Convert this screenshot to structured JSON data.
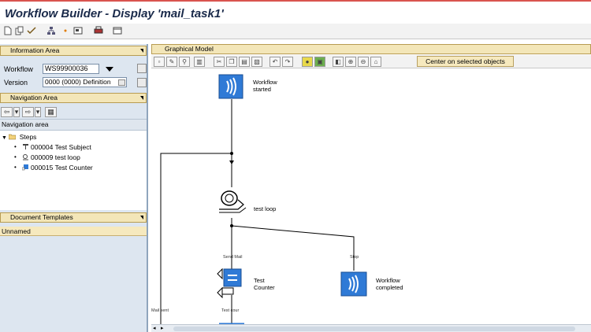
{
  "window": {
    "title": "Workflow Builder - Display 'mail_task1'"
  },
  "toolbar": {
    "icons": [
      "new-document-icon",
      "copy-icon",
      "check-icon",
      "tree-icon",
      "marker-icon",
      "overview-icon",
      "print-icon",
      "screen-icon"
    ]
  },
  "info_area": {
    "header": "Information Area",
    "workflow_label": "Workflow",
    "workflow_value": "WS99900036",
    "version_label": "Version",
    "version_value": "0000 (0000) Definition"
  },
  "navigation_area": {
    "header": "Navigation Area",
    "column_header": "Navigation area",
    "root": "Steps",
    "items": [
      {
        "label": "000004 Test Subject",
        "icon": "user-decision-icon"
      },
      {
        "label": "000009 test loop",
        "icon": "loop-icon"
      },
      {
        "label": "000015 Test Counter",
        "icon": "container-operation-icon"
      }
    ]
  },
  "document_templates": {
    "header": "Document Templates",
    "row": "Unnamed"
  },
  "graphical_model": {
    "header": "Graphical Model",
    "center_button": "Center on selected objects",
    "nodes": {
      "start": [
        "Workflow",
        "started"
      ],
      "loop": "test loop",
      "counter": [
        "Test",
        "Counter"
      ],
      "end": [
        "Workflow",
        "completed"
      ]
    },
    "edge_labels": {
      "send_mail": "Send Mail",
      "stop": "Stop",
      "test_cour": "Test cour",
      "mail_sent": "Mail sent"
    }
  },
  "colors": {
    "header_bg": "#f3e6b8",
    "left_bg": "#dde6f0",
    "node_blue": "#2f7ad6"
  }
}
